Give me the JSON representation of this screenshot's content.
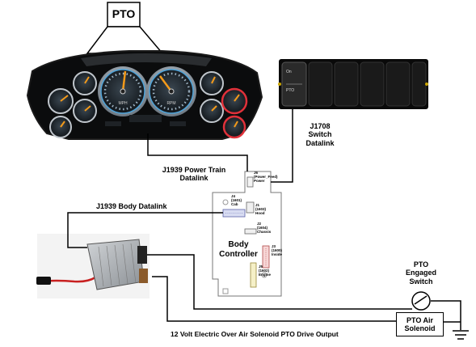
{
  "pto_callout": "PTO",
  "cluster": {
    "gauge_left_caption": "MPH",
    "gauge_right_caption": "RPM"
  },
  "switch_panel": {
    "on_label": "On",
    "pto_label": "PTO"
  },
  "links": {
    "j1708": [
      "J1708",
      "Switch",
      "Datalink"
    ],
    "j1939_power": [
      "J1939 Power Train",
      "Datalink"
    ],
    "j1939_body": "J1939 Body Datalink",
    "drive_output": "12 Volt Electric Over Air Solenoid PTO Drive Output"
  },
  "body_controller": {
    "title_lines": [
      "Body",
      "Controller"
    ],
    "connectors": [
      {
        "id": "j6",
        "lines": [
          "J6",
          "(Power_Feed)",
          "Power"
        ]
      },
      {
        "id": "j4",
        "lines": [
          "J4",
          "(1601)",
          "Cab"
        ]
      },
      {
        "id": "j1",
        "lines": [
          "J1",
          "(1603)",
          "Hood"
        ]
      },
      {
        "id": "j2",
        "lines": [
          "J2",
          "(1604)",
          "Chassis"
        ]
      },
      {
        "id": "j3",
        "lines": [
          "J3",
          "(1600)",
          "Inside"
        ]
      },
      {
        "id": "j5",
        "lines": [
          "J5",
          "(1602)",
          "Engine"
        ]
      }
    ]
  },
  "pto_switch": [
    "PTO",
    "Engaged",
    "Switch"
  ],
  "pto_solenoid": [
    "PTO Air",
    "Solenoid"
  ]
}
